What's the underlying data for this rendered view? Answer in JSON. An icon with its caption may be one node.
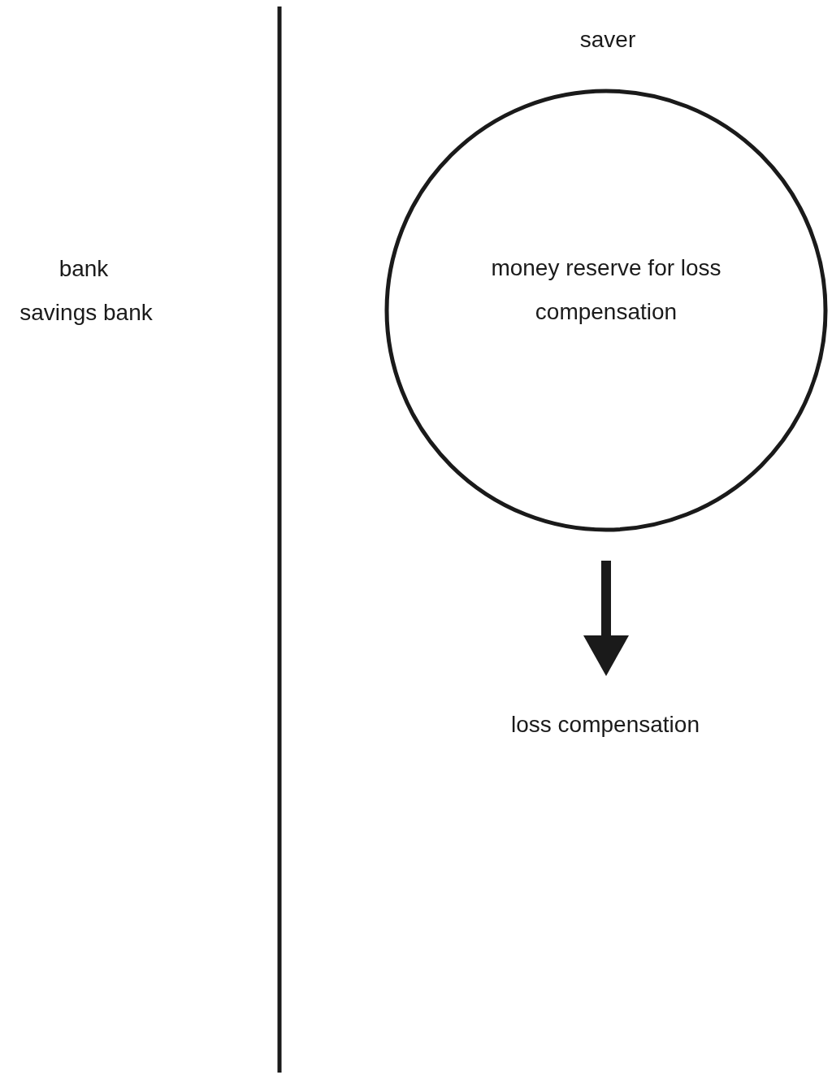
{
  "diagram": {
    "nodes": [
      {
        "text": [
          "money reserve for loss compensation"
        ]
      },
      {
        "text": [
          "loss compensation"
        ]
      }
    ],
    "edges": [
      {
        "from": 0,
        "to": 1,
        "arrow": "to"
      }
    ],
    "labels": [
      "saver",
      "bank",
      "savings bank"
    ]
  }
}
